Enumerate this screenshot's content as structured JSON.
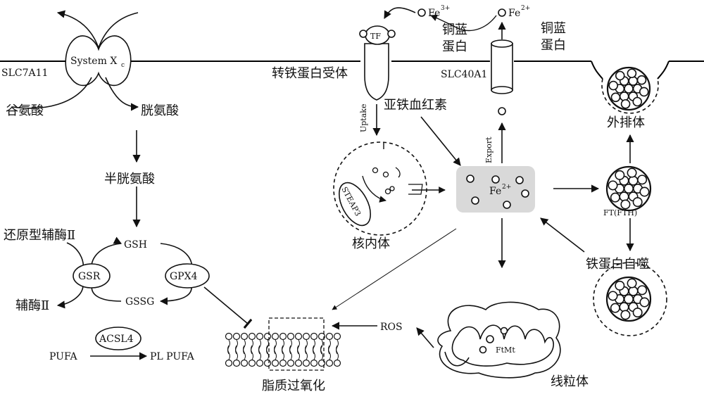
{
  "labels": {
    "system_xc": "System X",
    "system_xc_sub": "c",
    "slc7a11": "SLC7A11",
    "glutamate": "谷氨酸",
    "cystine": "胱氨酸",
    "cysteine": "半胱氨酸",
    "nadph": "还原型辅酶Ⅱ",
    "nadp": "辅酶Ⅱ",
    "gsh": "GSH",
    "gssg": "GSSG",
    "gsr": "GSR",
    "gpx4": "GPX4",
    "acsl4": "ACSL4",
    "pufa": "PUFA",
    "pl_pufa": "PL PUFA",
    "lipid_peroxidation": "脂质过氧化",
    "tf": "TF",
    "fe3": "Fe",
    "fe3_sup": "3+",
    "fe2_top": "Fe",
    "fe2_top_sup": "2+",
    "ceruloplasmin_left": [
      "铜蓝",
      "蛋白"
    ],
    "ceruloplasmin_right": [
      "铜蓝",
      "蛋白"
    ],
    "transferrin_receptor": "转铁蛋白受体",
    "slc40a1": "SLC40A1",
    "uptake": "Uptake",
    "export": "Export",
    "heme": "亚铁血红素",
    "steap3": "STEAP3",
    "endosome": "核内体",
    "fe2_pool": "Fe",
    "fe2_pool_sup": "2+",
    "exosome": "外排体",
    "ft_fth": "FT(FTH)",
    "ferritinophagy": "铁蛋白自噬",
    "ros": "ROS",
    "ftmt": "FtMt",
    "mitochondria": "线粒体"
  },
  "colors": {
    "line": "#111111",
    "pool_fill": "#d9d9d9",
    "membrane": "#000000"
  }
}
